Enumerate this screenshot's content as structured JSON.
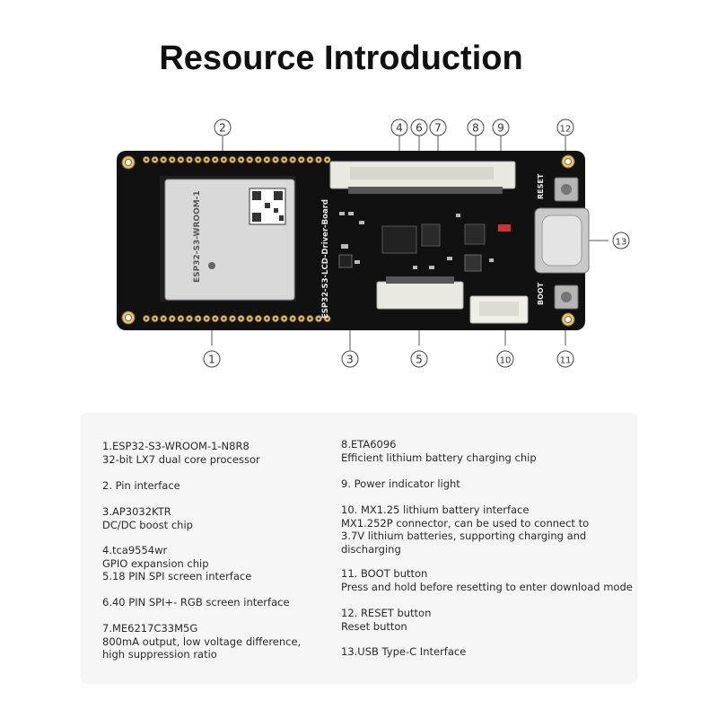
{
  "title": "Resource Introduction",
  "board": {
    "module_label": "ESP32-S3-WROOM-1",
    "board_label": "ESP32-S3-LCD-Driver-Board",
    "reset_label": "RESET",
    "boot_label": "BOOT"
  },
  "callouts": [
    "1",
    "2",
    "3",
    "4",
    "5",
    "6",
    "7",
    "8",
    "9",
    "10",
    "11",
    "12",
    "13"
  ],
  "items": [
    {
      "title": "1.ESP32-S3-WROOM-1-N8R8",
      "desc": [
        " 32-bit LX7 dual core processor"
      ]
    },
    {
      "title": "2. Pin interface",
      "desc": []
    },
    {
      "title": "3.AP3032KTR",
      "desc": [
        "DC/DC boost chip"
      ]
    },
    {
      "title": "4.tca9554wr",
      "desc": [
        "GPIO expansion chip"
      ]
    },
    {
      "title": "5.18 PIN SPI screen interface",
      "desc": []
    },
    {
      "title": "6.40 PIN SPI+- RGB screen interface",
      "desc": []
    },
    {
      "title": "7.ME6217C33M5G",
      "desc": [
        "800mA output, low voltage difference,",
        "high suppression ratio"
      ]
    },
    {
      "title": "8.ETA6096",
      "desc": [
        "Efficient lithium battery charging chip"
      ]
    },
    {
      "title": "9. Power indicator light",
      "desc": []
    },
    {
      "title": "10. MX1.25 lithium battery interface",
      "desc": [
        "MX1.252P connector, can be used to connect to",
        "3.7V lithium batteries, supporting charging and",
        "discharging"
      ]
    },
    {
      "title": "11. BOOT button",
      "desc": [
        "Press and hold before resetting to enter download mode"
      ]
    },
    {
      "title": "12. RESET button",
      "desc": [
        "Reset button"
      ]
    },
    {
      "title": "13.USB Type-C Interface",
      "desc": []
    }
  ]
}
